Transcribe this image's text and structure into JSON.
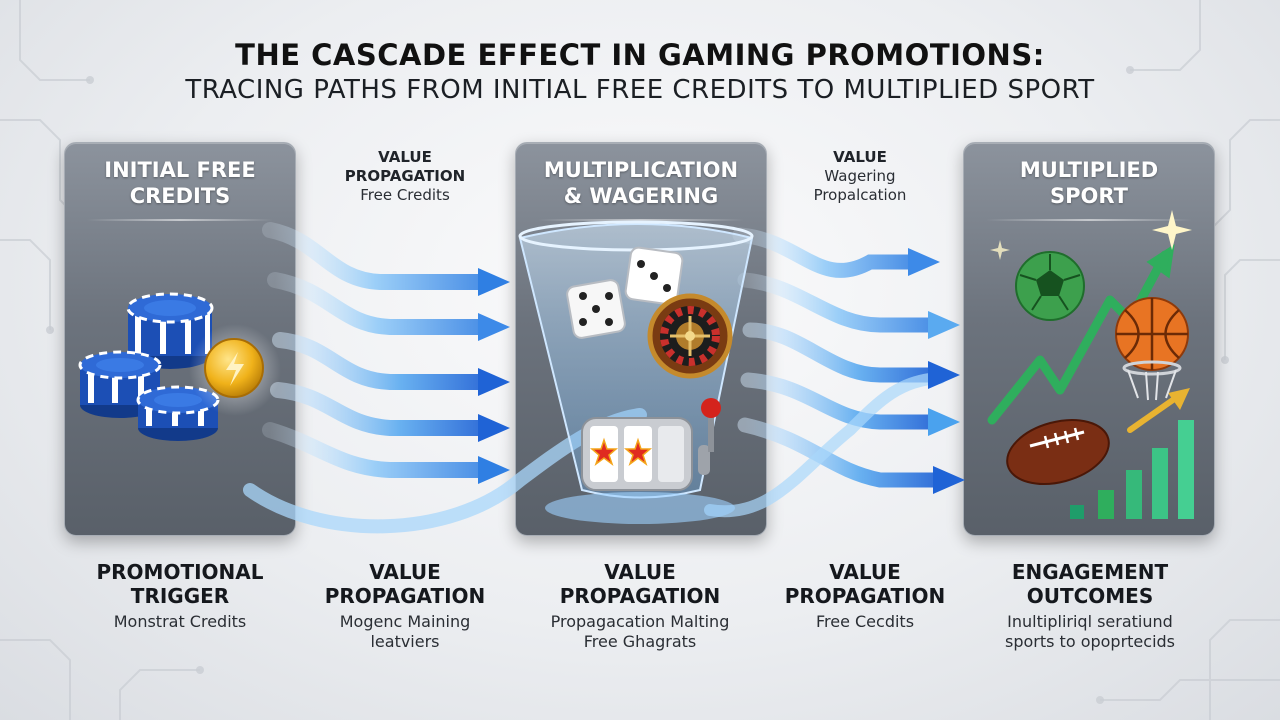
{
  "title": {
    "line1": "THE CASCADE EFFECT IN GAMING PROMOTIONS:",
    "line2": "TRACING PATHS FROM INITIAL FREE CREDITS TO MULTIPLIED SPORT"
  },
  "panels": [
    {
      "title_lines": [
        "INITIAL FREE",
        "CREDITS"
      ]
    },
    {
      "title_lines": [
        "MULTIPLICATION",
        "& WAGERING"
      ]
    },
    {
      "title_lines": [
        "MULTIPLIED",
        "SPORT"
      ]
    }
  ],
  "flow_labels": [
    {
      "title": "VALUE",
      "title2": "PROPAGATION",
      "sub": "Free Credits"
    },
    {
      "title": "VALUE",
      "sub": "Wagering",
      "sub2": "Propalcation"
    }
  ],
  "bottom_labels": [
    {
      "heading": [
        "PROMOTIONAL",
        "TRIGGER"
      ],
      "desc": [
        "Monstrat Credits"
      ]
    },
    {
      "heading": [
        "VALUE",
        "PROPAGATION"
      ],
      "desc": [
        "Mogenc Maining",
        "leatviers"
      ]
    },
    {
      "heading": [
        "VALUE",
        "PROPAGATION"
      ],
      "desc": [
        "Propagacation Malting",
        "Free Ghagrats"
      ]
    },
    {
      "heading": [
        "VALUE",
        "PROPAGATION"
      ],
      "desc": [
        "Free Cecdits"
      ]
    },
    {
      "heading": [
        "ENGAGEMENT",
        "OUTCOMES"
      ],
      "desc": [
        "Inultipliriql seratiund",
        "sports to opoprtecids"
      ]
    }
  ],
  "colors": {
    "flow_light": "#a9d7fb",
    "flow_mid": "#4aa2ee",
    "flow_dark": "#1f63d6",
    "chip_blue": "#1c4fb5",
    "coin_gold": "#f0b21a",
    "trend_green": "#39c36c"
  },
  "icons": [
    "poker-chip-icon",
    "gold-coin-icon",
    "dice-icon",
    "roulette-wheel-icon",
    "slot-machine-icon",
    "soccer-ball-icon",
    "basketball-icon",
    "football-icon",
    "growth-arrow-icon",
    "bar-chart-icon"
  ]
}
